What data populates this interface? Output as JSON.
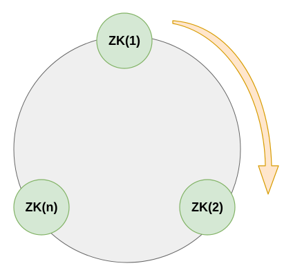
{
  "diagram": {
    "ring": {
      "fill": "#efefef",
      "stroke": "#666666"
    },
    "nodes": [
      {
        "label": "ZK(1)",
        "fill": "#d5e8d4",
        "stroke": "#82b366"
      },
      {
        "label": "ZK(2)",
        "fill": "#d5e8d4",
        "stroke": "#82b366"
      },
      {
        "label": "ZK(n)",
        "fill": "#d5e8d4",
        "stroke": "#82b366"
      }
    ],
    "arrow": {
      "fill": "#ffe6cc",
      "stroke": "#d79b00",
      "direction": "clockwise"
    }
  }
}
